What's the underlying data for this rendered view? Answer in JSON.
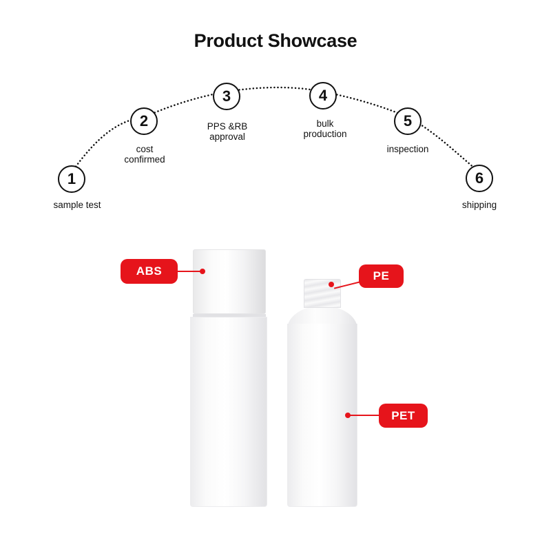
{
  "title": "Product Showcase",
  "steps": [
    {
      "number": "1",
      "label": "sample test"
    },
    {
      "number": "2",
      "label": "cost\nconfirmed"
    },
    {
      "number": "3",
      "label": "PPS &RB\napproval"
    },
    {
      "number": "4",
      "label": "bulk\nproduction"
    },
    {
      "number": "5",
      "label": "inspection"
    },
    {
      "number": "6",
      "label": "shipping"
    }
  ],
  "materials": {
    "cap": "ABS",
    "insert": "PE",
    "bottle": "PET"
  },
  "colors": {
    "accent": "#e6141b",
    "text": "#111111",
    "background": "#ffffff"
  }
}
